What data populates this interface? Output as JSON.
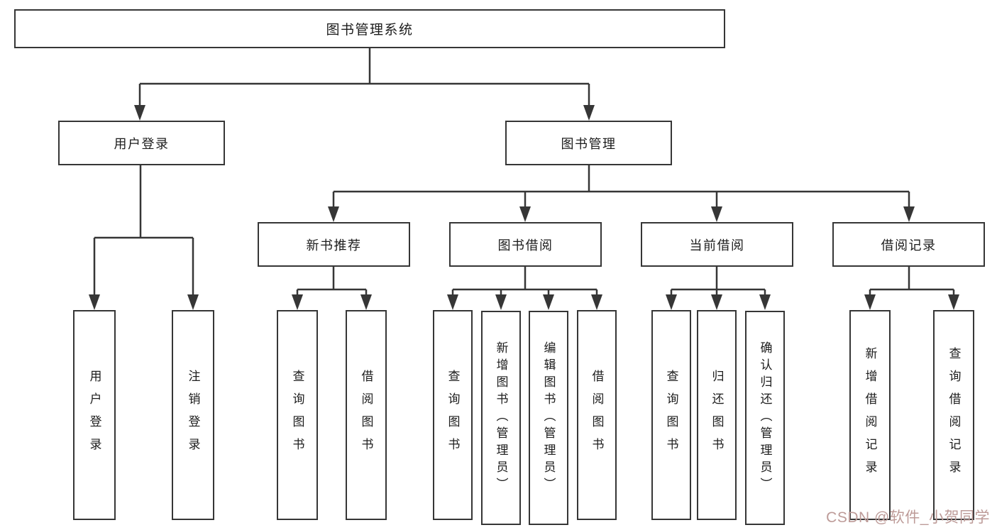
{
  "diagram": {
    "root_label": "图书管理系统",
    "branches": [
      {
        "label": "用户登录"
      },
      {
        "label": "图书管理"
      }
    ],
    "modules": [
      {
        "parent": "图书管理",
        "label": "新书推荐"
      },
      {
        "parent": "图书管理",
        "label": "图书借阅"
      },
      {
        "parent": "图书管理",
        "label": "当前借阅"
      },
      {
        "parent": "图书管理",
        "label": "借阅记录"
      }
    ],
    "leaves": [
      {
        "parent": "用户登录",
        "label": "用户登录"
      },
      {
        "parent": "用户登录",
        "label": "注销登录"
      },
      {
        "parent": "新书推荐",
        "label": "查询图书"
      },
      {
        "parent": "新书推荐",
        "label": "借阅图书"
      },
      {
        "parent": "图书借阅",
        "label": "查询图书"
      },
      {
        "parent": "图书借阅",
        "label": "新增图书（管理员）"
      },
      {
        "parent": "图书借阅",
        "label": "编辑图书（管理员）"
      },
      {
        "parent": "图书借阅",
        "label": "借阅图书"
      },
      {
        "parent": "当前借阅",
        "label": "查询图书"
      },
      {
        "parent": "当前借阅",
        "label": "归还图书"
      },
      {
        "parent": "当前借阅",
        "label": "确认归还（管理员）"
      },
      {
        "parent": "借阅记录",
        "label": "新增借阅记录"
      },
      {
        "parent": "借阅记录",
        "label": "查询借阅记录"
      }
    ],
    "line_color": "#363636",
    "box_background": "#ffffff",
    "text_color": "#1c1c1c"
  },
  "watermark": {
    "text": "CSDN @软件_小贺同学",
    "color": "#bd9b98"
  }
}
